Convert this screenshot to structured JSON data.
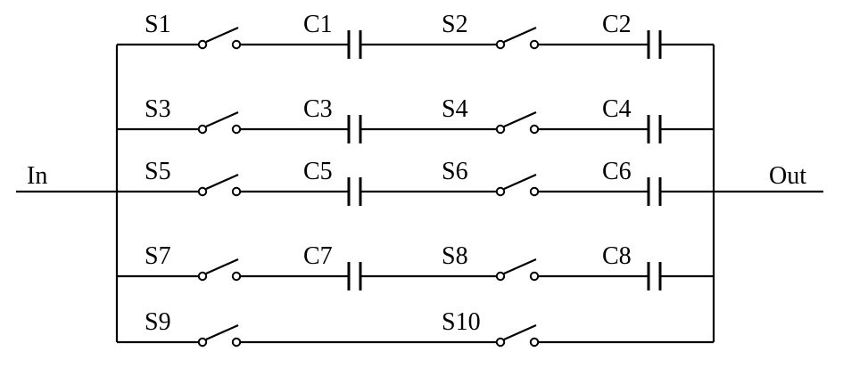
{
  "terminals": {
    "input": "In",
    "output": "Out"
  },
  "branches": [
    {
      "switch1": "S1",
      "cap1": "C1",
      "switch2": "S2",
      "cap2": "C2"
    },
    {
      "switch1": "S3",
      "cap1": "C3",
      "switch2": "S4",
      "cap2": "C4"
    },
    {
      "switch1": "S5",
      "cap1": "C5",
      "switch2": "S6",
      "cap2": "C6"
    },
    {
      "switch1": "S7",
      "cap1": "C7",
      "switch2": "S8",
      "cap2": "C8"
    },
    {
      "switch1": "S9",
      "cap1": "",
      "switch2": "S10",
      "cap2": ""
    }
  ]
}
